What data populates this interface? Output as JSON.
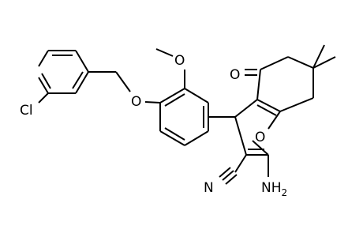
{
  "molecule": {
    "atom_labels": {
      "chlorine": "Cl",
      "ether_oxygen": "O",
      "methoxy_oxygen": "O",
      "ketone_oxygen": "O",
      "ring_oxygen": "O",
      "nitrile_nitrogen": "N",
      "amine_main": "NH",
      "amine_sub": "2"
    },
    "bond_color": "#000000",
    "label_color": "#000000",
    "background": "#ffffff"
  }
}
